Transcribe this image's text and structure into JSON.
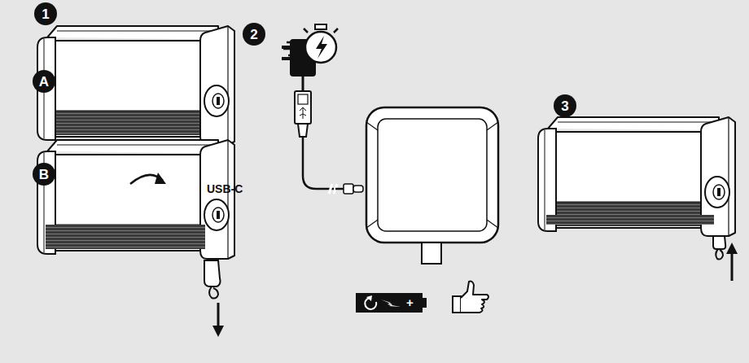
{
  "diagram": {
    "nodes": [
      {
        "text": [
          "1"
        ]
      },
      {
        "text": [
          "A"
        ]
      },
      {
        "text": [
          "B"
        ]
      },
      {
        "text": [
          "2"
        ]
      },
      {
        "text": [
          "3"
        ]
      }
    ],
    "labels": [
      "USB-C",
      "+"
    ]
  }
}
